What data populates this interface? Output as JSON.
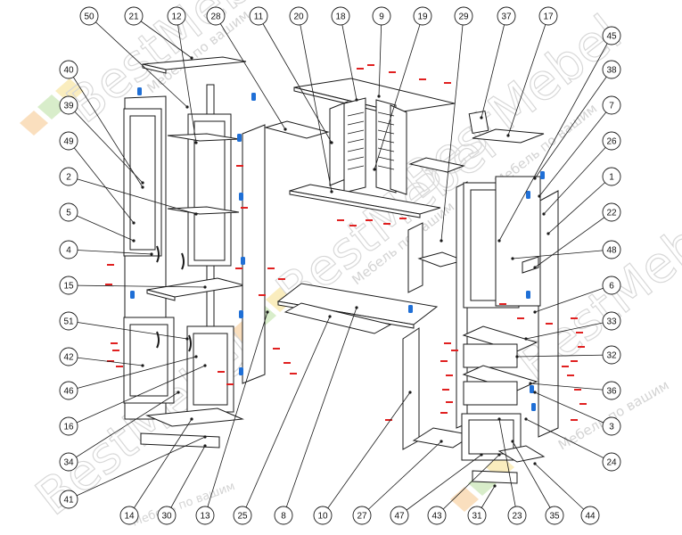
{
  "watermark": {
    "brand": "BestMebel",
    "slogan": "Мебель по вашим"
  },
  "callouts": {
    "top": [
      "50",
      "21",
      "12",
      "28",
      "11",
      "20",
      "18",
      "9",
      "19",
      "29",
      "37",
      "17",
      "45"
    ],
    "right": [
      "38",
      "7",
      "26",
      "1",
      "22",
      "48",
      "6",
      "33",
      "32",
      "36",
      "3",
      "24"
    ],
    "left": [
      "40",
      "39",
      "49",
      "2",
      "5",
      "4",
      "15",
      "51",
      "42",
      "46",
      "16",
      "34",
      "41"
    ],
    "bottom": [
      "14",
      "30",
      "13",
      "25",
      "8",
      "10",
      "27",
      "47",
      "43",
      "31",
      "23",
      "35",
      "44"
    ]
  },
  "colors": {
    "line": "#1a1a1a",
    "panel": "#ffffff",
    "hardware_red": "#e02020",
    "hardware_blue": "#1f6fd6",
    "watermark_grey": "#c8c8c8",
    "watermark_orange": "#f6c58a",
    "watermark_green": "#b9e0a0",
    "watermark_yellow": "#f7e08a"
  }
}
